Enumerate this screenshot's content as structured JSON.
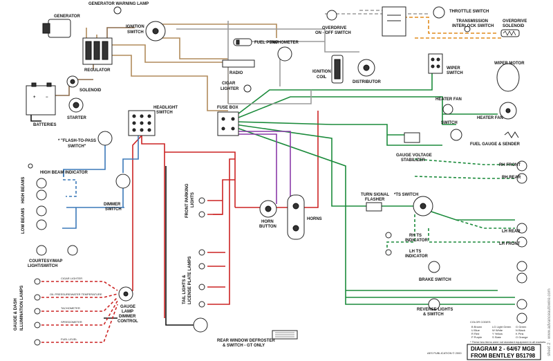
{
  "diagram": {
    "title_line1": "DIAGRAM 2 - 64/67 MGB",
    "title_line2": "FROM BENTLEY B51798",
    "publication": "AES PUBLICATION © 2000",
    "watermark": "sheet 2 · www.advanceautowire.com",
    "note": "* These two items were not standard equipment in all markets",
    "color_codes_heading": "COLOR CODES",
    "color_codes": [
      "B  Brown",
      "U  Blue",
      "R  Red",
      "P  Purple",
      "LG  Light Green",
      "W  White",
      "Y  Yellow",
      "S  Slate",
      "G  Green",
      "N  Black",
      "K  Pink",
      "O  Orange"
    ],
    "wire_colors": {
      "red": "#cc2222",
      "green": "#1a8a3a",
      "blue": "#3a78b8",
      "orange": "#e08a1a",
      "brown": "#8b6a4a",
      "purple": "#8a3aa8",
      "gray": "#9a9a9a",
      "black": "#111111",
      "tan": "#b08a5a",
      "yellow": "#d4b20a"
    },
    "labels": {
      "generator": "GENERATOR",
      "gen_warning": "GENERATOR WARNING LAMP",
      "ignition_switch": "IGNITION",
      "ignition_switch2": "SWITCH",
      "regulator": "REGULATOR",
      "solenoid": "SOLENOID",
      "starter": "STARTER",
      "batteries": "BATTERIES",
      "fuel_pump": "FUEL PUMP",
      "radio": "RADIO",
      "cigar": "CIGAR",
      "cigar2": "LIGHTER",
      "tachometer": "TACHOMETER",
      "ignition_coil": "IGNITION",
      "ignition_coil2": "COIL",
      "distributor": "DISTRIBUTOR",
      "overdrive_switch": "OVERDRIVE",
      "overdrive_switch2": "ON - OFF SWITCH",
      "throttle_switch": "THROTTLE SWITCH",
      "trans_interlock": "TRANSMISSION",
      "trans_interlock2": "INTERLOCK SWITCH",
      "overdrive_solenoid": "OVERDRIVE",
      "overdrive_solenoid2": "SOLENOID",
      "wiper_switch": "WIPER",
      "wiper_switch2": "SWITCH",
      "wiper_motor": "WIPER MOTOR",
      "heater_fan_switch": "HEATER FAN",
      "heater_fan_switch2": "SWITCH",
      "heater_fan": "HEATER FAN",
      "gauge_stabilizer": "GAUGE VOLTAGE",
      "gauge_stabilizer2": "STABILIZER",
      "fuel_gauge": "FUEL GAUGE & SENDER",
      "fuse_box": "FUSE BOX",
      "headlight_switch": "HEADLIGHT",
      "headlight_switch2": "SWITCH",
      "flash_to_pass": "* \"FLASH-TO-PASS",
      "flash_to_pass2": "SWITCH\"",
      "high_beam_indicator": "HIGH BEAM INDICATOR",
      "dimmer_switch": "DIMMER",
      "dimmer_switch2": "SWITCH",
      "high_beams": "HIGH BEAMS",
      "low_beams": "LOW BEAMS",
      "courtesy": "COURTESY/MAP",
      "courtesy2": "LIGHT/SWITCH",
      "gauge_dash_lamps": "GAUGE & DASH",
      "gauge_dash_lamps2": "ILLUMINATION LAMPS",
      "cigar_lighter_lamp": "CIGAR LIGHTER",
      "oil_pressure_lamp": "OIL PRESSURE/WATER TEMPERATURE",
      "tachometer_lamp": "TACHOMETER",
      "speedometer_lamp": "SPEEDOMETER",
      "fuel_level_lamp": "FUEL LEVEL",
      "gauge_lamp_dimmer": "GAUGE",
      "gauge_lamp_dimmer2": "LAMP",
      "gauge_lamp_dimmer3": "DIMMER",
      "gauge_lamp_dimmer4": "CONTROL",
      "front_parking": "FRONT PARKING",
      "front_parking2": "LIGHTS",
      "tail_lights": "TAIL LIGHTS &",
      "tail_lights2": "LICENSE PLATE LAMPS",
      "horn_button": "HORN",
      "horn_button2": "BUTTON",
      "horns": "HORNS",
      "turn_signal_flasher": "TURN SIGNAL",
      "turn_signal_flasher2": "FLASHER",
      "ts_switch": "*TS SWITCH",
      "rh_ts_indicator": "RH TS",
      "rh_ts_indicator2": "INDICATOR",
      "lh_ts_indicator": "LH TS",
      "lh_ts_indicator2": "INDICATOR",
      "rh_front": "RH FRONT",
      "rh_rear": "RH REAR",
      "lh_rear": "LH REAR",
      "lh_front": "LH FRONT",
      "brake_switch": "BRAKE SWITCH",
      "reverse_lights": "REVERSE LIGHTS",
      "reverse_lights2": "& SWITCH",
      "rear_defroster": "REAR WINDOW DEFROSTER",
      "rear_defroster2": "& SWITCH - GT ONLY"
    }
  }
}
